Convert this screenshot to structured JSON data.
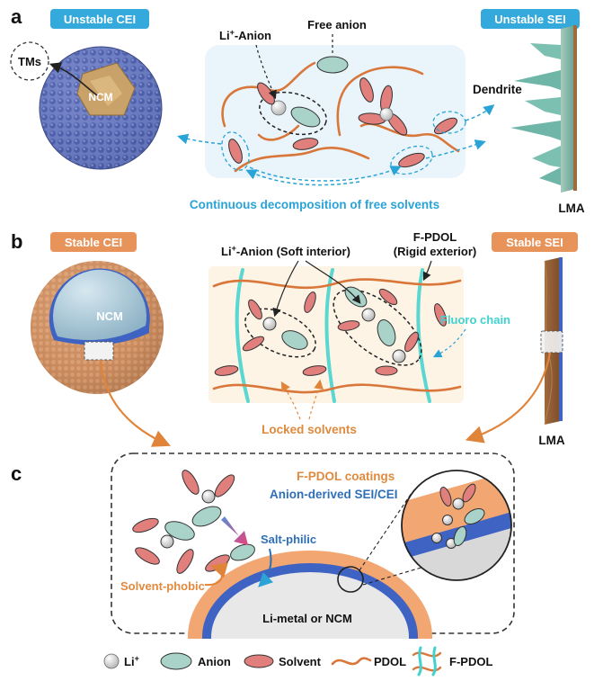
{
  "colors": {
    "cyan_badge": "#33a9dc",
    "orange_badge": "#e8935a",
    "cyan_text": "#2aa3d6",
    "orange_text": "#e08a3e",
    "blue_text": "#2f6fb8",
    "pdol": "#d9773a",
    "fluoro": "#3fd2cf",
    "solvent": "#e07f7c",
    "anion": "#a9d3c8",
    "sei_green": "#8ccbbf",
    "ncm_blue": "#9ec3d6",
    "sphere_blue": "#6f81c6"
  },
  "panel_a": {
    "letter": "a",
    "unstable_cei": "Unstable CEI",
    "unstable_sei": "Unstable SEI",
    "tms": "TMs",
    "ncm": "NCM",
    "li_anion_pre": "Li",
    "li_anion_sup": "+",
    "li_anion_post": "-Anion",
    "free_anion": "Free anion",
    "dendrite": "Dendrite",
    "continuous": "Continuous decomposition of free solvents",
    "lma": "LMA"
  },
  "panel_b": {
    "letter": "b",
    "stable_cei": "Stable CEI",
    "stable_sei": "Stable SEI",
    "li_anion_pre": "Li",
    "li_anion_sup": "+",
    "li_anion_post": "-Anion (Soft interior)",
    "fpdol": "F-PDOL",
    "rigid": "(Rigid exterior)",
    "ncm": "NCM",
    "fluoro_chain": "Fluoro chain",
    "locked_solvents": "Locked solvents",
    "lma": "LMA"
  },
  "panel_c": {
    "letter": "c",
    "fpdol_coatings": "F-PDOL coatings",
    "anion_derived": "Anion-derived SEI/CEI",
    "salt_philic": "Salt-philic",
    "solvent_phobic": "Solvent-phobic",
    "substrate": "Li-metal or NCM"
  },
  "legend": {
    "li": "Li",
    "li_sup": "+",
    "anion": "Anion",
    "solvent": "Solvent",
    "pdol": "PDOL",
    "fpdol": "F-PDOL"
  }
}
